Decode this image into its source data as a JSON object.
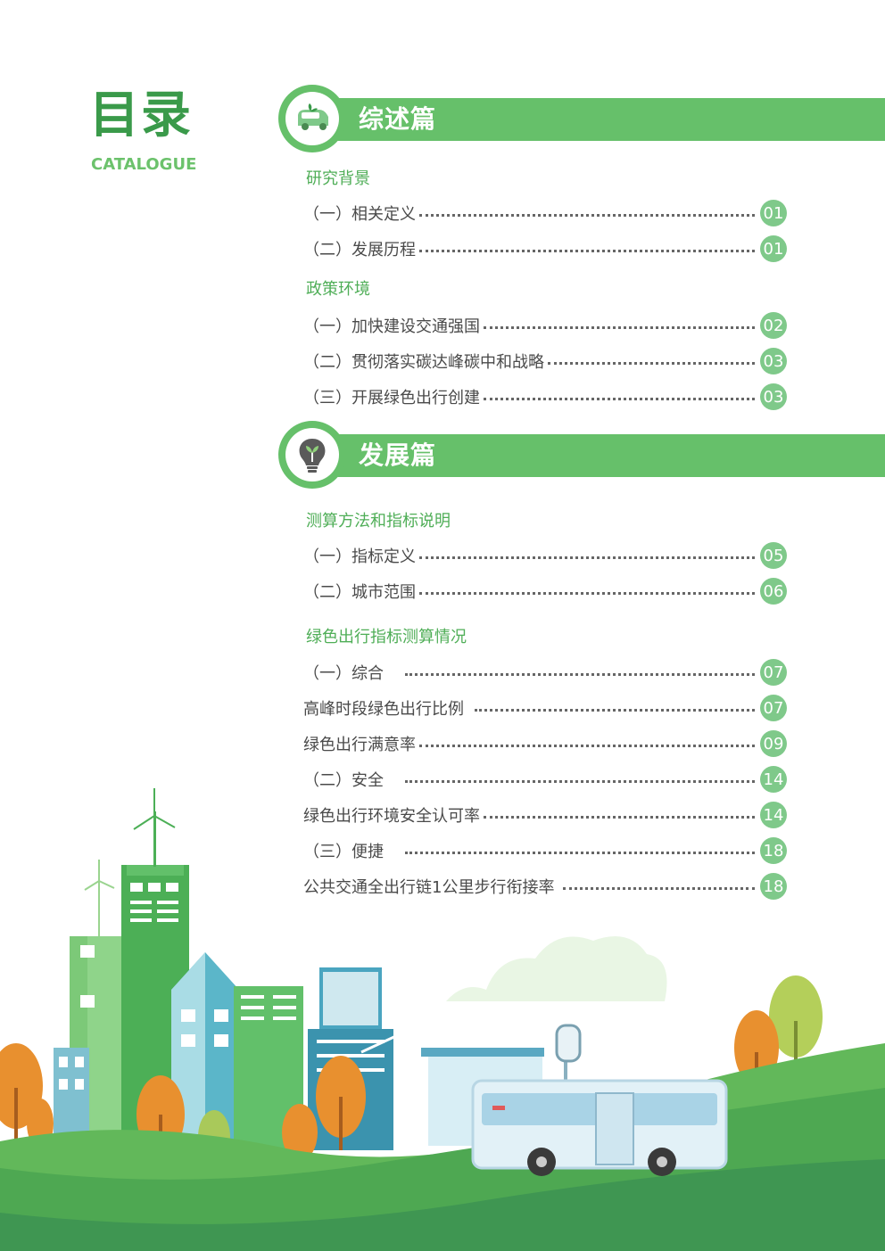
{
  "header": {
    "title": "目录",
    "subtitle": "CATALOGUE"
  },
  "sections": [
    {
      "title": "综述篇",
      "icon": "electric-car-icon",
      "groups": [
        {
          "heading": "研究背景",
          "items": [
            {
              "label": "（一）相关定义",
              "page": "01"
            },
            {
              "label": "（二）发展历程",
              "page": "01"
            }
          ]
        },
        {
          "heading": "政策环境",
          "items": [
            {
              "label": "（一）加快建设交通强国",
              "page": "02"
            },
            {
              "label": "（二）贯彻落实碳达峰碳中和战略",
              "page": "03"
            },
            {
              "label": "（三）开展绿色出行创建",
              "page": "03"
            }
          ]
        }
      ]
    },
    {
      "title": "发展篇",
      "icon": "eco-lightbulb-icon",
      "groups": [
        {
          "heading": "测算方法和指标说明",
          "items": [
            {
              "label": "（一）指标定义",
              "page": "05"
            },
            {
              "label": "（二）城市范围",
              "page": "06"
            }
          ]
        },
        {
          "heading": "绿色出行指标测算情况",
          "items": [
            {
              "label": "（一）综合",
              "page": "07"
            },
            {
              "label": "高峰时段绿色出行比例",
              "page": "07"
            },
            {
              "label": "绿色出行满意率",
              "page": "09"
            },
            {
              "label": "（二）安全",
              "page": "14"
            },
            {
              "label": "绿色出行环境安全认可率",
              "page": "14"
            },
            {
              "label": "（三）便捷",
              "page": "18"
            },
            {
              "label": "公共交通全出行链1公里步行衔接率",
              "page": "18"
            }
          ]
        }
      ]
    }
  ],
  "colors": {
    "accent": "#66c06a",
    "title": "#3a9a4a",
    "badge": "#7fc98a",
    "ground_dark": "#3f9652"
  }
}
